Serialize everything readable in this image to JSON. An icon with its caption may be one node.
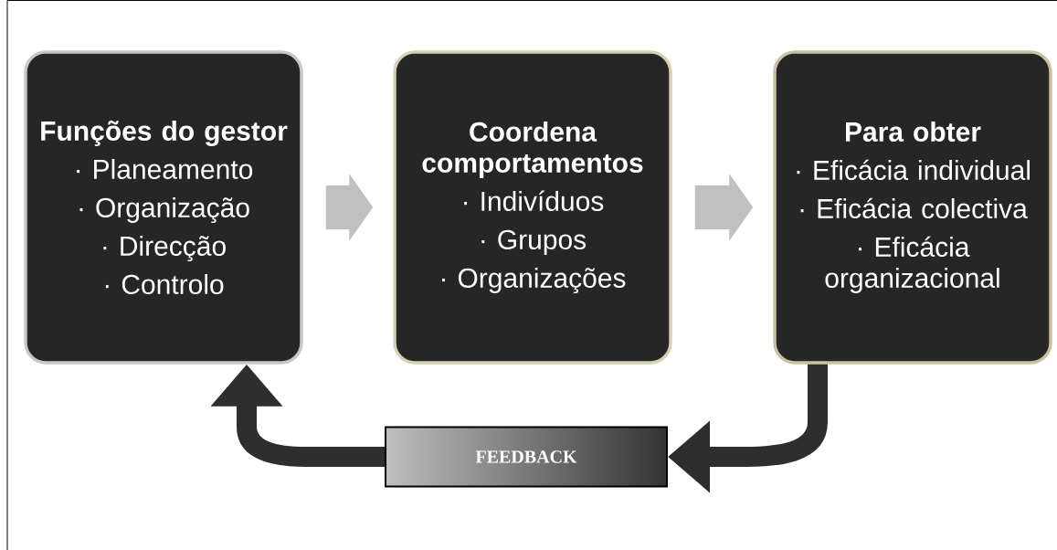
{
  "diagram": {
    "nodes": [
      {
        "text": [
          "Funções do gestor",
          "· Planeamento",
          "· Organização",
          "· Direcção",
          "· Controlo"
        ]
      },
      {
        "text": [
          "Coordena comportamentos",
          "· Indivíduos",
          "· Grupos",
          "· Organizações"
        ]
      },
      {
        "text": [
          "Para obter",
          "· Eficácia individual",
          "· Eficácia colectiva",
          "· Eficácia organizacional"
        ]
      },
      {
        "text": [
          "FEEDBACK"
        ]
      }
    ],
    "edges": [
      {
        "from": 0,
        "to": 1,
        "arrow": "to",
        "style": "thick",
        "color": "#c0c0c0"
      },
      {
        "from": 1,
        "to": 2,
        "arrow": "to",
        "style": "thick",
        "color": "#c0c0c0"
      },
      {
        "from": 2,
        "to": 3,
        "arrow": "to",
        "color": "#2e2e2e"
      },
      {
        "from": 3,
        "to": 0,
        "arrow": "to",
        "color": "#2e2e2e"
      }
    ]
  }
}
